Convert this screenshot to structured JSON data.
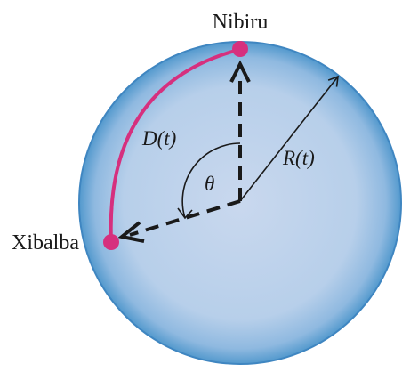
{
  "labels": {
    "top_point": "Nibiru",
    "left_point": "Xibalba",
    "arc": "D(t)",
    "radius": "R(t)",
    "angle": "θ"
  },
  "colors": {
    "sphere_fill_center": "#c9d8ee",
    "sphere_fill_edge": "#4f97cc",
    "sphere_stroke": "#3f86c1",
    "arc": "#d6307e",
    "points": "#d6307e",
    "lines": "#1a1a1a"
  }
}
